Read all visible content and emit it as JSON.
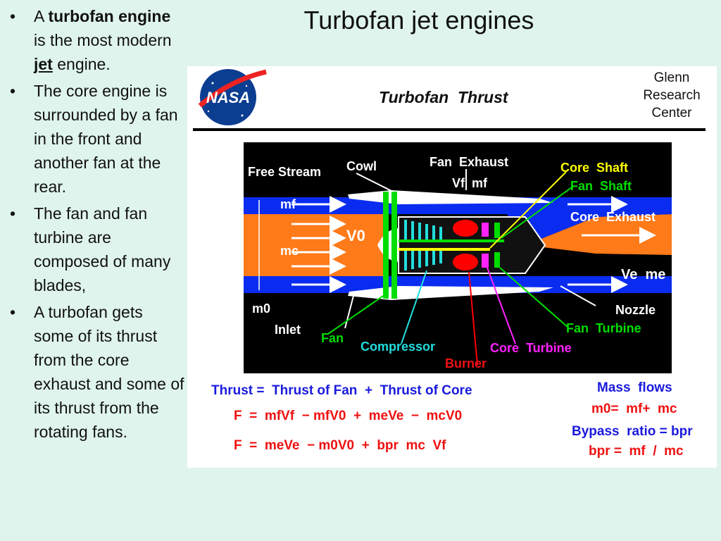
{
  "slide": {
    "title": "Turbofan jet engines"
  },
  "bullets": [
    {
      "pre": "A ",
      "bold": "turbofan engine",
      "mid": " is the most modern ",
      "link": "jet",
      "post": " engine."
    },
    {
      "text": "The core engine is surrounded by a fan in the front and another fan at the rear."
    },
    {
      "text": "The fan and fan turbine are composed of many blades,"
    },
    {
      "text": "A turbofan gets some of its thrust from the core exhaust and some of its thrust from the rotating fans."
    }
  ],
  "figure": {
    "logo_text": "NASA",
    "heading": "Turbofan  Thrust",
    "center_line1": "Glenn",
    "center_line2": "Research",
    "center_line3": "Center",
    "labels": {
      "free_stream": "Free Stream",
      "cowl": "Cowl",
      "fan_exhaust": "Fan  Exhaust",
      "vf_mf": "Vf  mf",
      "core_shaft": "Core  Shaft",
      "fan_shaft": "Fan  Shaft",
      "core_exhaust": "Core  Exhaust",
      "mf": "mf",
      "v0": "V0",
      "mc": "mc",
      "ve_me": "Ve  me",
      "m0": "m0",
      "nozzle": "Nozzle",
      "inlet": "Inlet",
      "fan_turbine": "Fan  Turbine",
      "fan": "Fan",
      "compressor": "Compressor",
      "core_turbine": "Core  Turbine",
      "burner": "Burner"
    },
    "equations": {
      "thrust_sum": "Thrust =  Thrust of Fan  +  Thrust of Core",
      "f_eq1": "F  =  mfVf  − mfV0  +  meVe  −  mcV0",
      "f_eq2": "F  =  meVe  − m0V0  +  bpr  mc  Vf",
      "mass_flows": "Mass  flows",
      "m0_eq": "m0=  mf+  mc",
      "bypass": "Bypass  ratio = bpr",
      "bpr_eq": "bpr =  mf  /  mc"
    },
    "colors": {
      "fan_stream": "#0a2cf0",
      "core_stream": "#ff7a18",
      "fan_blade": "#00dd00",
      "compressor": "#22dddd",
      "burner": "#ff0000",
      "turbine": "#ff22ff",
      "core_shaft": "#ffff00",
      "equation_blue": "#1a1adc",
      "equation_red": "#ee1111"
    }
  }
}
